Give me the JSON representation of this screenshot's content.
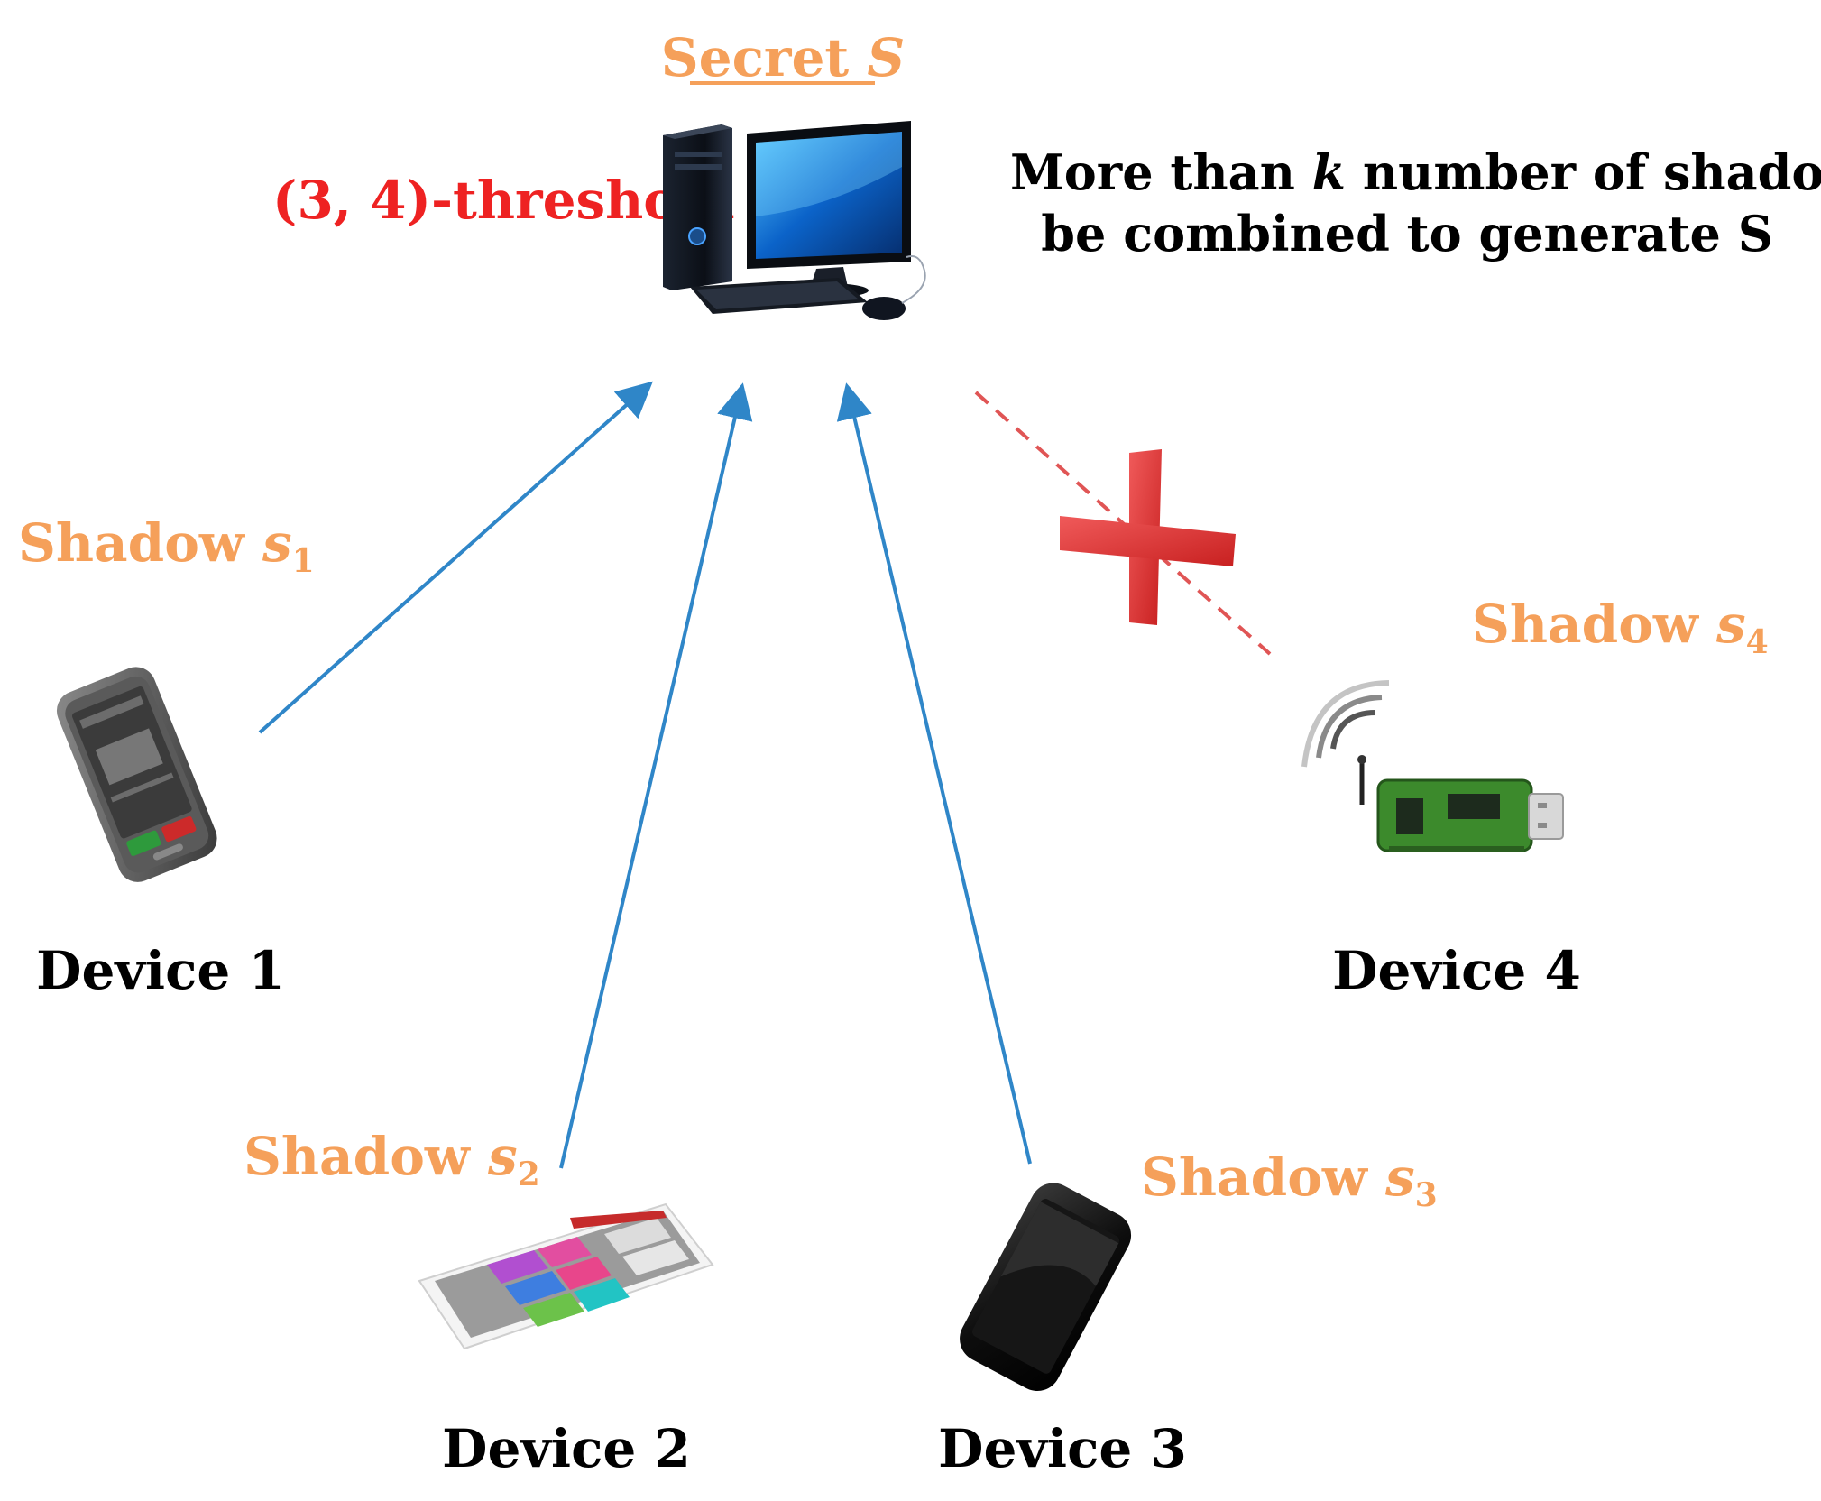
{
  "secret": {
    "label": "Secret ",
    "var": "S"
  },
  "threshold": "(3, 4)-threshold",
  "note": {
    "line1_a": "More than ",
    "line1_var": "k",
    "line1_b": " number  of shadows can",
    "line2": "be combined to generate S"
  },
  "devices": [
    {
      "label": "Device 1",
      "shadow_word": "Shadow ",
      "shadow_var": "s",
      "shadow_sub": "1",
      "connected": true
    },
    {
      "label": "Device 2",
      "shadow_word": "Shadow ",
      "shadow_var": "s",
      "shadow_sub": "2",
      "connected": true
    },
    {
      "label": "Device 3",
      "shadow_word": "Shadow ",
      "shadow_var": "s",
      "shadow_sub": "3",
      "connected": true
    },
    {
      "label": "Device 4",
      "shadow_word": "Shadow ",
      "shadow_var": "s",
      "shadow_sub": "4",
      "connected": false
    }
  ],
  "colors": {
    "arrow": "#2f86c8",
    "blocked_line": "#e05555",
    "cross": "#e03a3a",
    "shadow_label": "#f5a05a",
    "threshold_label": "#ee2222"
  },
  "icons": {
    "server": "desktop-computer-icon",
    "device1": "feature-phone-icon",
    "device2": "tablet-icon",
    "device3": "smartphone-icon",
    "device4": "wireless-usb-dongle-icon"
  }
}
